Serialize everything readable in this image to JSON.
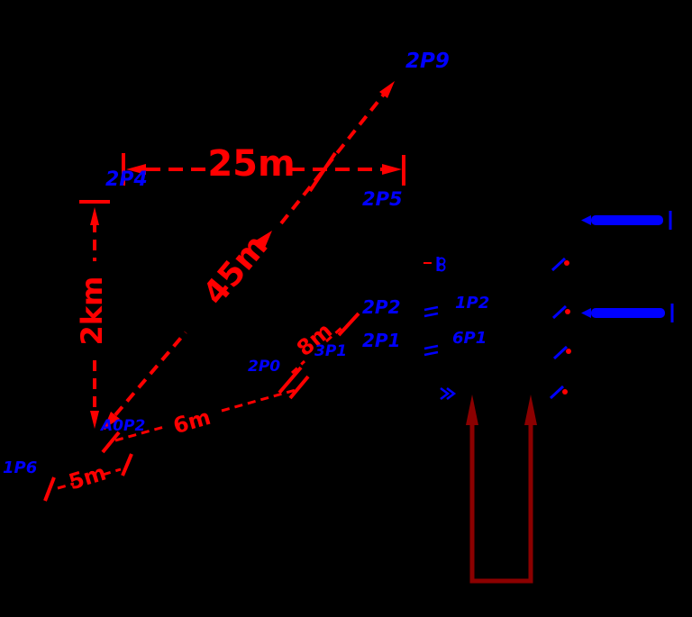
{
  "title": "survey-dimension-diagram",
  "colors": {
    "red": "#ff0000",
    "blue": "#0000ff",
    "dark_red": "#8b0000",
    "background": "#000000"
  },
  "dimensions": {
    "horizontal": {
      "label": "25m"
    },
    "diagonal": {
      "label": "45m"
    },
    "vertical": {
      "label": "2km"
    },
    "upper_small": {
      "label": "8m"
    },
    "middle_small": {
      "label": "6m"
    },
    "lower_small": {
      "label": "5m"
    }
  },
  "points": {
    "top": {
      "label": "2P9"
    },
    "dim_left": {
      "label": "2P4"
    },
    "mid_upper": {
      "label": "2P5"
    },
    "row2_left": {
      "label": "2P2"
    },
    "row2_right": {
      "label": "1P2"
    },
    "row3_left": {
      "label": "2P1"
    },
    "row3_right": {
      "label": "6P1"
    },
    "small_mid": {
      "label": "3P1"
    },
    "small_low": {
      "label": "2P0"
    },
    "corner": {
      "label": "A0P2"
    },
    "bottom_left": {
      "label": "1P6"
    }
  }
}
